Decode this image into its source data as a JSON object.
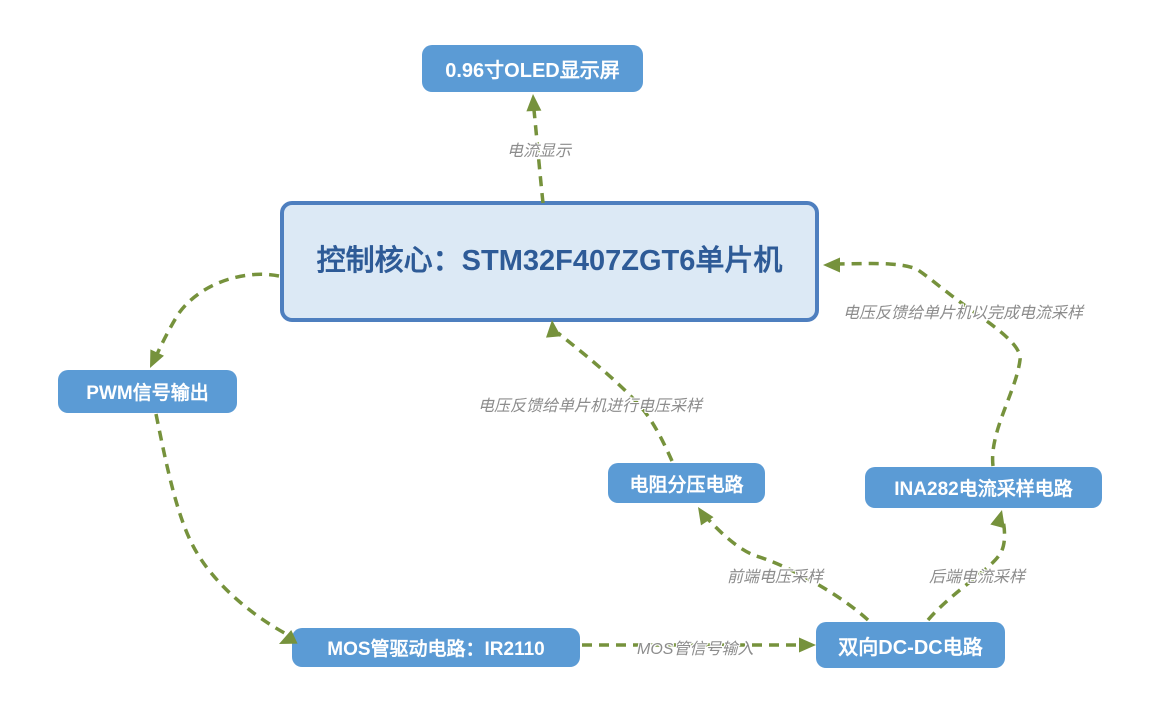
{
  "diagram": {
    "nodes": {
      "oled": {
        "label": "0.96寸OLED显示屏"
      },
      "mcu": {
        "label": "控制核心：STM32F407ZGT6单片机"
      },
      "pwm": {
        "label": "PWM信号输出"
      },
      "divider": {
        "label": "电阻分压电路"
      },
      "ina282": {
        "label": "INA282电流采样电路"
      },
      "mos": {
        "label": "MOS管驱动电路：IR2110"
      },
      "dcdc": {
        "label": "双向DC-DC电路"
      }
    },
    "edge_labels": {
      "current_display": "电流显示",
      "voltage_feedback_voltage_sampling": "电压反馈给单片机进行电压采样",
      "voltage_feedback_current_sampling": "电压反馈给单片机以完成电流采样",
      "front_voltage_sampling": "前端电压采样",
      "back_current_sampling": "后端电流采样",
      "mos_signal_input": "MOS管信号输入"
    },
    "colors": {
      "node_fill": "#5B9BD5",
      "node_text": "#FFFFFF",
      "center_fill": "#DCE9F5",
      "center_border": "#4E7FBF",
      "center_text": "#2E5B97",
      "arrow": "#76923C",
      "edge_label": "#8C8C8C",
      "background": "#FFFFFF"
    }
  }
}
